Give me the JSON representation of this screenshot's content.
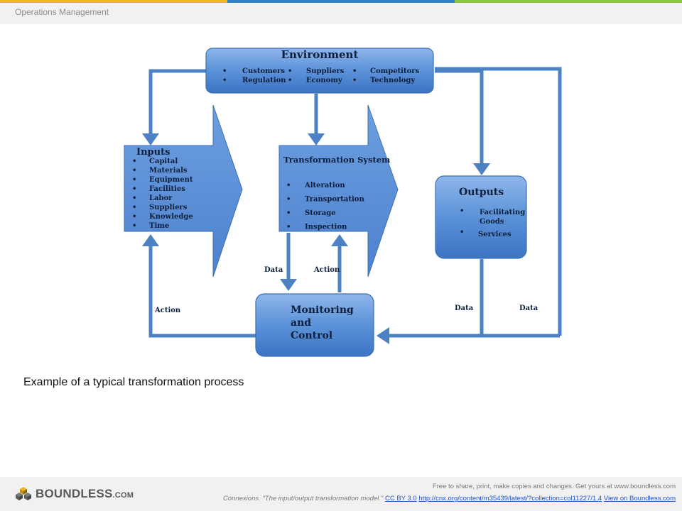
{
  "header": {
    "title": "Operations Management"
  },
  "brand_colors": {
    "bar1": "#f0b321",
    "bar2": "#2f82c6",
    "bar3": "#8cc63f",
    "box": "#4a84cf",
    "arrow": "#4c82c4"
  },
  "diagram": {
    "environment": {
      "title": "Environment",
      "col1": [
        "Customers",
        "Regulation"
      ],
      "col2": [
        "Suppliers",
        "Economy"
      ],
      "col3": [
        "Competitors",
        "Technology"
      ]
    },
    "inputs": {
      "title": "Inputs",
      "items": [
        "Capital",
        "Materials",
        "Equipment",
        "Facilities",
        "Labor",
        "Suppliers",
        "Knowledge",
        "Time"
      ]
    },
    "transformation": {
      "title": "Transformation System",
      "items": [
        "Alteration",
        "Transportation",
        "Storage",
        "Inspection"
      ]
    },
    "outputs": {
      "title": "Outputs",
      "items": [
        "Facilitating Goods",
        "Services"
      ]
    },
    "monitoring": {
      "title_lines": [
        "Monitoring",
        "and",
        "Control"
      ]
    },
    "labels": {
      "data_left": "Data",
      "action_mid": "Action",
      "action_left": "Action",
      "data_right1": "Data",
      "data_right2": "Data"
    }
  },
  "caption": "Example of a typical transformation process",
  "footer": {
    "logo_main": "BOUNDLESS",
    "logo_suffix": ".COM",
    "line1": "Free to share, print, make copies and changes. Get yours at www.boundless.com",
    "source": "Connexions. \"The input/output transformation model.\"",
    "license_link": "CC BY 3.0",
    "url_link": "http://cnx.org/content/m35439/latest/?collection=col11227/1.4",
    "view_link": "View on Boundless.com"
  }
}
